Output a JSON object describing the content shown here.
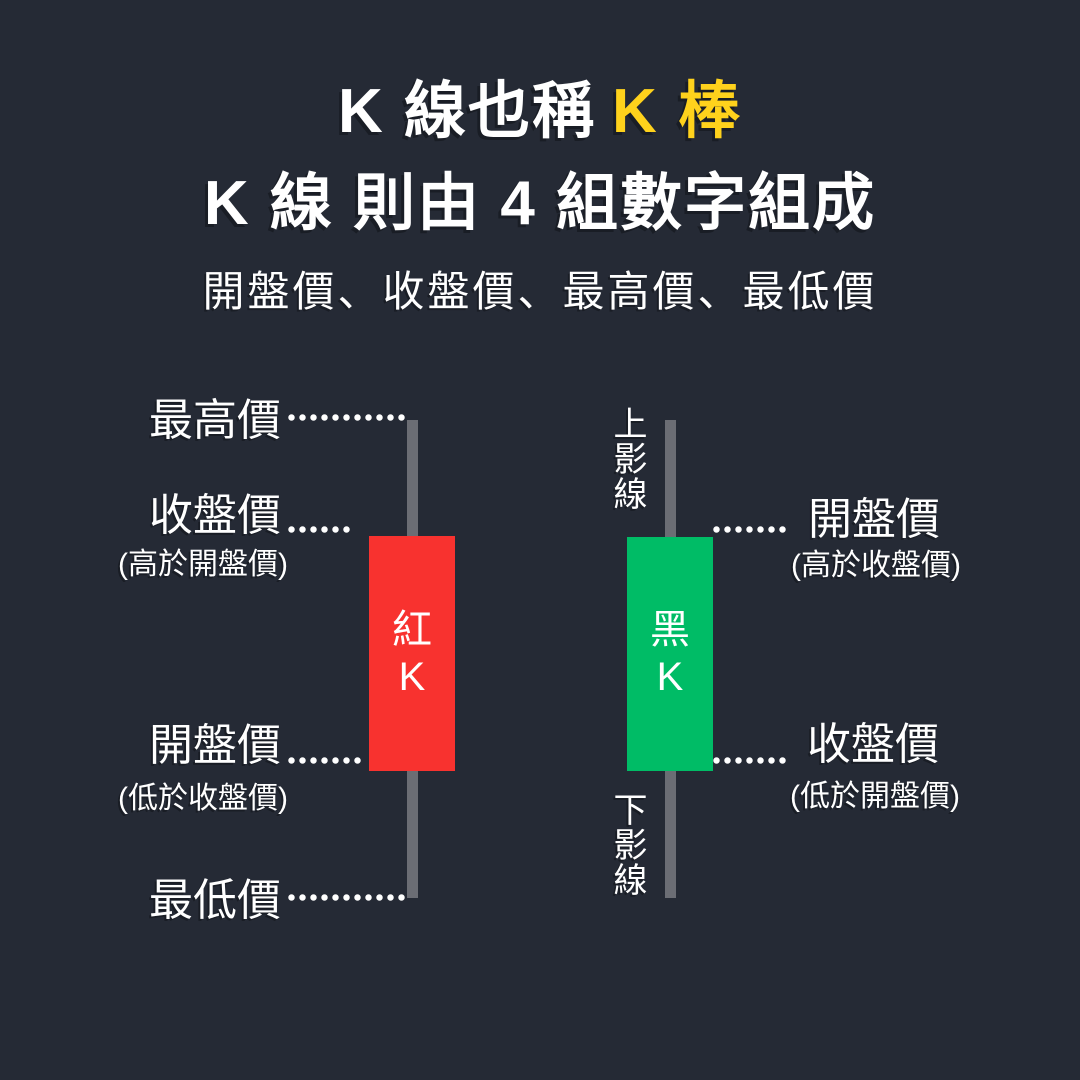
{
  "header": {
    "title_white": "K 線也稱",
    "title_yellow": "K 棒",
    "subtitle": "K 線 則由 4 組數字組成",
    "tagline": "開盤價、收盤價、最高價、最低價"
  },
  "colors": {
    "background": "#252A35",
    "accent_yellow": "#FFD21C",
    "bullish_red": "#F8322F",
    "bearish_green": "#00BC66",
    "wick_gray": "#6B6D74",
    "text_white": "#FFFFFF"
  },
  "red_candle": {
    "name_line1": "紅",
    "name_line2": "K",
    "high_label": "最高價",
    "close_label": "收盤價",
    "close_note": "(高於開盤價)",
    "open_label": "開盤價",
    "open_note": "(低於收盤價)",
    "low_label": "最低價"
  },
  "green_candle": {
    "name_line1": "黑",
    "name_line2": "K",
    "upper_shadow_label": "上影線",
    "open_label": "開盤價",
    "open_note": "(高於收盤價)",
    "close_label": "收盤價",
    "close_note": "(低於開盤價)",
    "lower_shadow_label": "下影線"
  }
}
